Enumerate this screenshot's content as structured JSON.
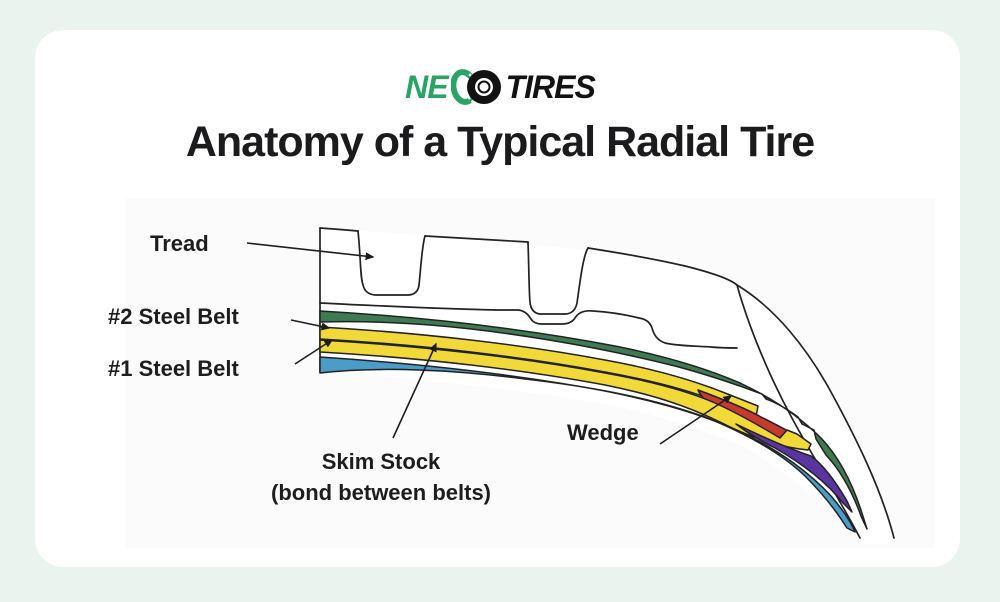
{
  "logo": {
    "ne": "NE",
    "tires": "TIRES"
  },
  "title": "Anatomy of a Typical Radial Tire",
  "labels": {
    "tread": "Tread",
    "belt2": "#2 Steel Belt",
    "belt1": "#1 Steel Belt",
    "skim_line1": "Skim Stock",
    "skim_line2": "(bond between belts)",
    "wedge": "Wedge"
  },
  "colors": {
    "page_bg": "#e9f4ee",
    "card_bg": "#ffffff",
    "diagram_bg": "#fbfbfb",
    "outline": "#222222",
    "tread_white": "#ffffff",
    "green_belt_cover": "#3e7a52",
    "yellow_steel_belt": "#f2d93a",
    "red_wedge": "#c8392f",
    "purple_layer": "#5a35a0",
    "blue_liner": "#4a9cc9",
    "logo_green": "#2aa465",
    "logo_black": "#121212",
    "label_text": "#1d1d1f"
  },
  "diagram_legend": {
    "layers": [
      {
        "name": "Tread",
        "color": "#ffffff"
      },
      {
        "name": "#2 Steel Belt",
        "color": "#f2d93a"
      },
      {
        "name": "#1 Steel Belt",
        "color": "#f2d93a"
      },
      {
        "name": "Skim Stock (bond between belts)",
        "color": "#f2d93a"
      },
      {
        "name": "Wedge",
        "color": "#c8392f"
      }
    ]
  }
}
